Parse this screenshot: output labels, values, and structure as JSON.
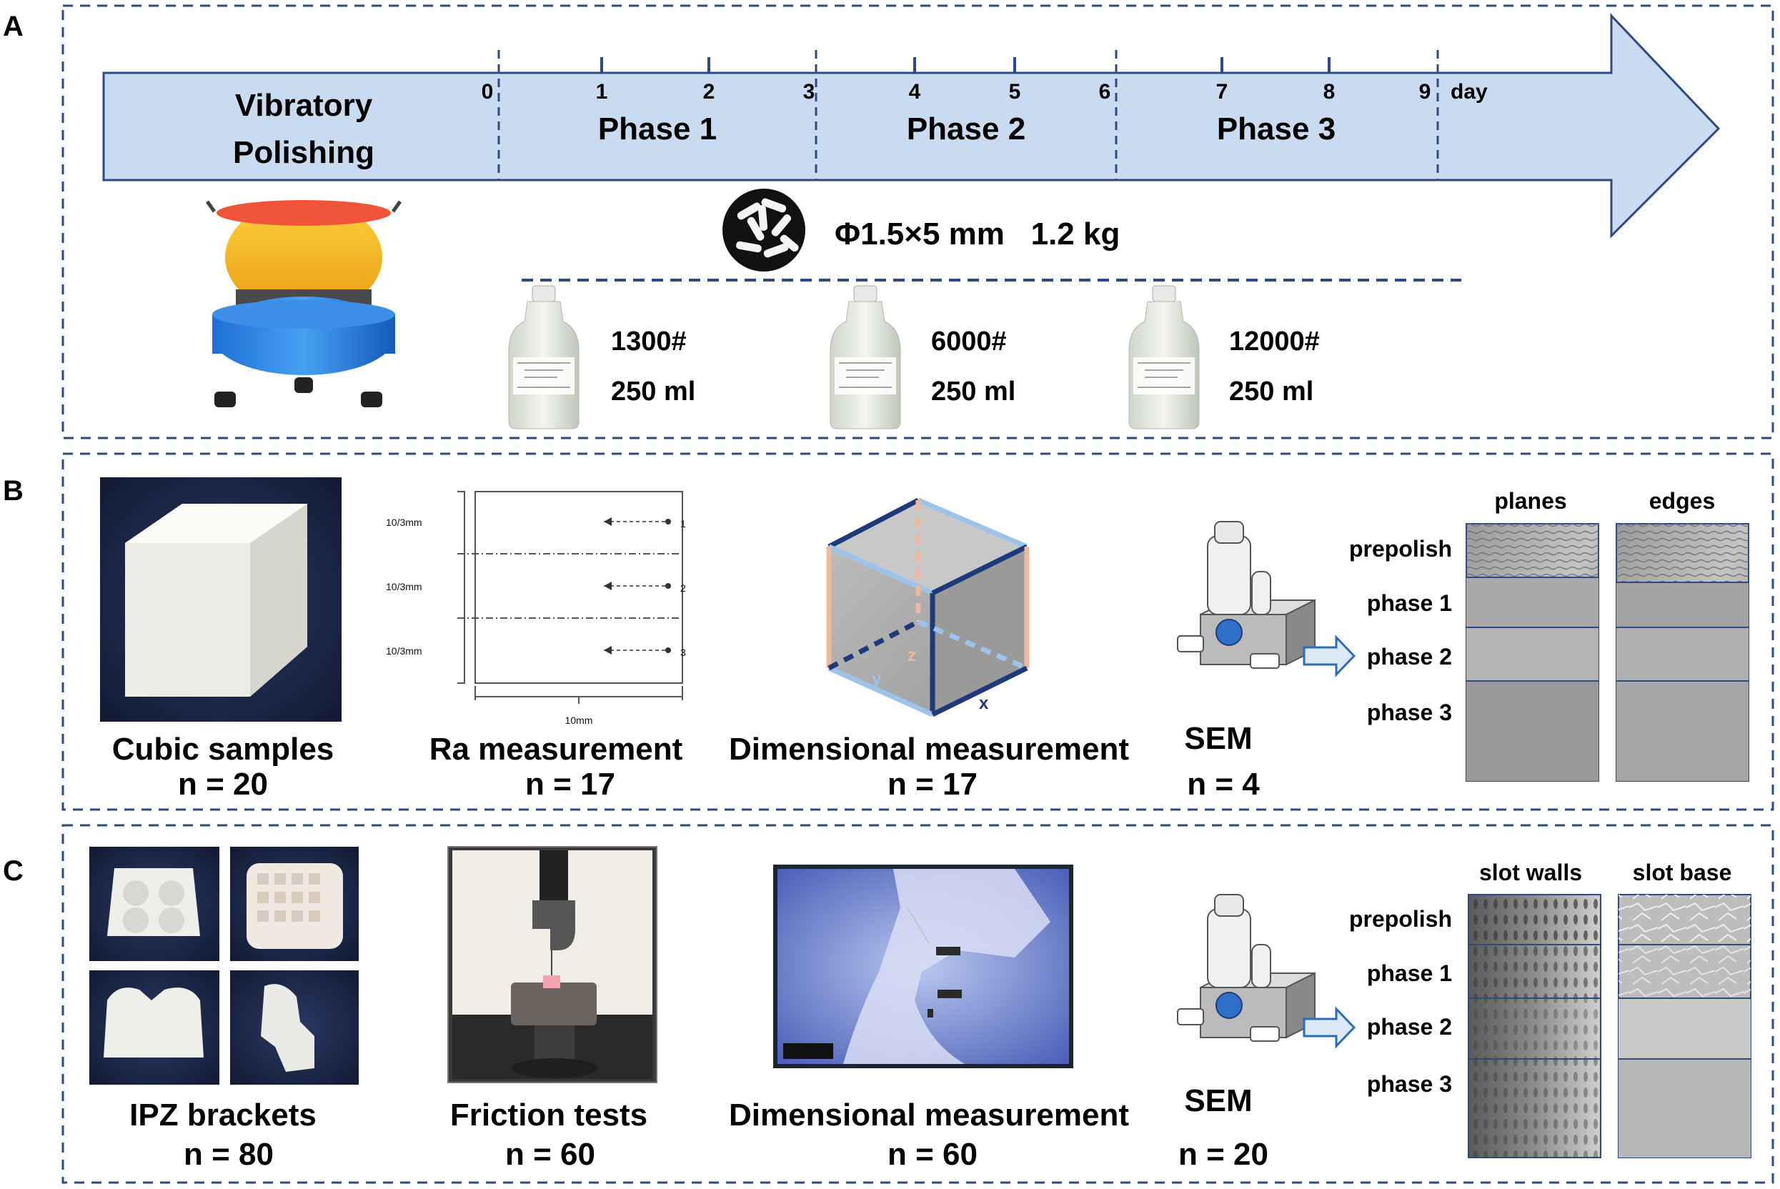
{
  "panels": {
    "A": {
      "letter": "A",
      "arrow": {
        "vibratory_line1": "Vibratory",
        "vibratory_line2": "Polishing",
        "phases": [
          "Phase 1",
          "Phase 2",
          "Phase 3"
        ],
        "ticks": [
          "0",
          "1",
          "2",
          "3",
          "4",
          "5",
          "6",
          "7",
          "8",
          "9"
        ],
        "unit": "day"
      },
      "media_label": "Φ1.5×5 mm   1.2 kg",
      "bottles": [
        {
          "grit": "1300#",
          "volume": "250 ml"
        },
        {
          "grit": "6000#",
          "volume": "250 ml"
        },
        {
          "grit": "12000#",
          "volume": "250 ml"
        }
      ]
    },
    "B": {
      "letter": "B",
      "items": [
        {
          "title": "Cubic samples",
          "n": "n = 20"
        },
        {
          "title": "Ra measurement",
          "n": "n = 17"
        },
        {
          "title": "Dimensional measurement",
          "n": "n = 17"
        },
        {
          "title": "SEM",
          "n": "n = 4"
        }
      ],
      "ra_diagram": {
        "seg_label": "10/3mm",
        "width_label": "10mm",
        "lines": [
          "1",
          "2",
          "3"
        ]
      },
      "cube_axes": {
        "x": "x",
        "y": "y",
        "z": "z"
      },
      "sem_grid": {
        "columns": [
          "planes",
          "edges"
        ],
        "rows": [
          "prepolish",
          "phase 1",
          "phase 2",
          "phase 3"
        ]
      }
    },
    "C": {
      "letter": "C",
      "items": [
        {
          "title": "IPZ brackets",
          "n": "n = 80"
        },
        {
          "title": "Friction tests",
          "n": "n = 60"
        },
        {
          "title": "Dimensional measurement",
          "n": "n = 60"
        },
        {
          "title": "SEM",
          "n": "n = 20"
        }
      ],
      "sem_grid": {
        "columns": [
          "slot walls",
          "slot base"
        ],
        "rows": [
          "prepolish",
          "phase 1",
          "phase 2",
          "phase 3"
        ]
      }
    }
  },
  "colors": {
    "panel_border": "#2e4a82",
    "arrow_fill": "#c9dbf0",
    "arrow_stroke": "#2e4a82",
    "cube_edge_dark": "#1f3a7a",
    "cube_edge_light": "#9ec3ea",
    "cube_edge_pink": "#f0b89c"
  }
}
